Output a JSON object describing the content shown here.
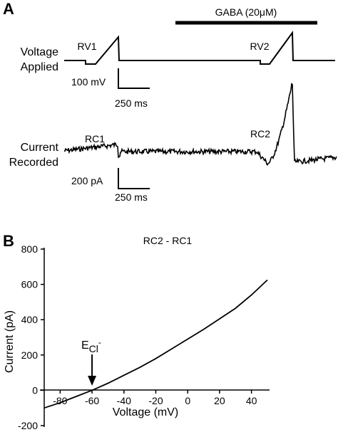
{
  "panel_a": {
    "letter": "A",
    "gaba_label": "GABA (20μM)",
    "voltage_row_label_1": "Voltage",
    "voltage_row_label_2": "Applied",
    "current_row_label_1": "Current",
    "current_row_label_2": "Recorded",
    "rv1": "RV1",
    "rv2": "RV2",
    "rc1": "RC1",
    "rc2": "RC2",
    "scale_v": "100 mV",
    "scale_t1": "250 ms",
    "scale_i": "200 pA",
    "scale_t2": "250 ms"
  },
  "panel_b": {
    "letter": "B",
    "title": "RC2 - RC1",
    "ecl_label": "E",
    "ecl_sub": "Cl",
    "ecl_sup": "-",
    "chart_data": {
      "type": "line",
      "title": "RC2 - RC1",
      "xlabel": "Voltage (mV)",
      "ylabel": "Current (pA)",
      "xlim": [
        -90,
        50
      ],
      "ylim": [
        -200,
        800
      ],
      "xticks": [
        -80,
        -60,
        -40,
        -20,
        0,
        20,
        40
      ],
      "yticks": [
        -200,
        0,
        200,
        400,
        600,
        800
      ],
      "x": [
        -90,
        -80,
        -70,
        -60,
        -50,
        -40,
        -30,
        -20,
        -10,
        0,
        10,
        20,
        30,
        40,
        50
      ],
      "y": [
        -100,
        -70,
        -35,
        0,
        40,
        85,
        130,
        180,
        235,
        290,
        345,
        405,
        465,
        540,
        625
      ],
      "annotation": {
        "label": "E_Cl-",
        "x": -60
      }
    }
  }
}
